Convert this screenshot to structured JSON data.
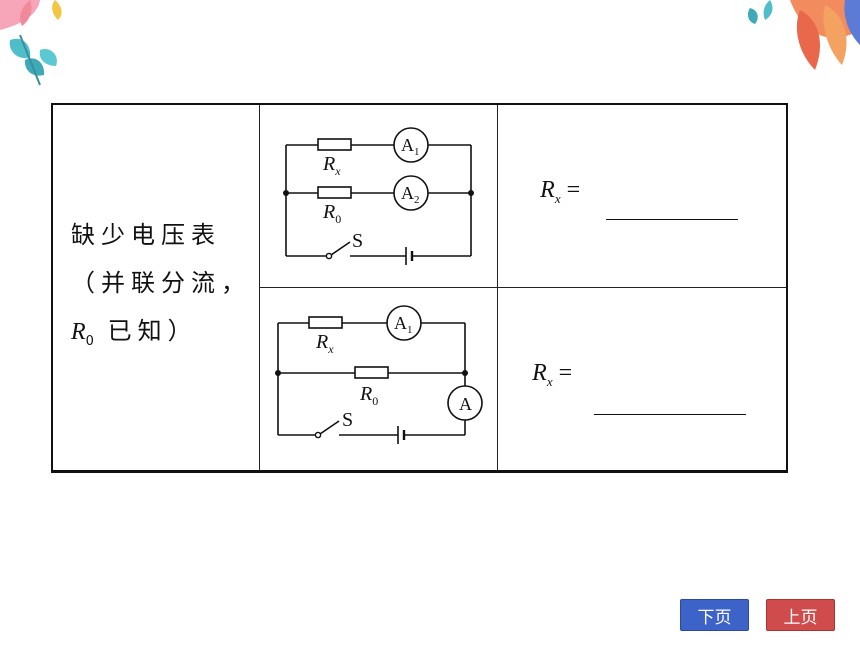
{
  "row_label": {
    "line1": "缺少电压表",
    "line2": "（并联分流，",
    "r_symbol": "R",
    "r_sub": "0",
    "line3_rest": "已知）"
  },
  "circuit1": {
    "rx_label": "R",
    "rx_sub": "x",
    "r0_label": "R",
    "r0_sub": "0",
    "a1_label": "A",
    "a1_sub": "1",
    "a2_label": "A",
    "a2_sub": "2",
    "switch_label": "S"
  },
  "circuit2": {
    "rx_label": "R",
    "rx_sub": "x",
    "r0_label": "R",
    "r0_sub": "0",
    "a1_label": "A",
    "a1_sub": "1",
    "a_label": "A",
    "switch_label": "S"
  },
  "answers": [
    {
      "symbol": "R",
      "sub": "x",
      "equals": "="
    },
    {
      "symbol": "R",
      "sub": "x",
      "equals": "="
    }
  ],
  "nav": {
    "next_label": "下页",
    "prev_label": "上页"
  },
  "colors": {
    "next_button": "#3d63c9",
    "prev_button": "#d04b4b"
  }
}
